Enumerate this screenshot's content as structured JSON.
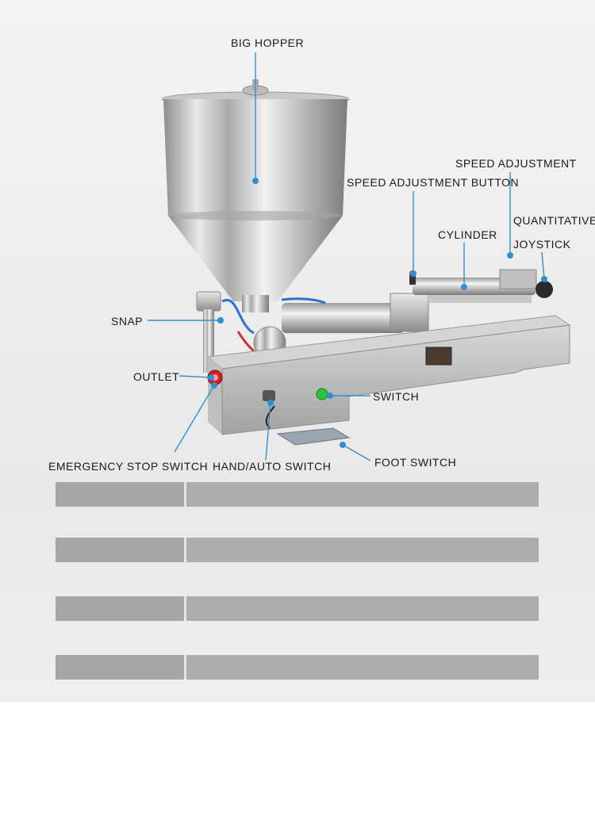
{
  "callouts": {
    "big_hopper": "BIG HOPPER",
    "speed_adjustment": "SPEED ADJUSTMENT",
    "speed_adjustment_button": "SPEED ADJUSTMENT BUTTON",
    "quantitative": "QUANTITATIVE",
    "cylinder": "CYLINDER",
    "joystick": "JOYSTICK",
    "snap": "SNAP",
    "outlet": "OUTLET",
    "switch": "SWITCH",
    "emergency_stop_switch": "EMERGENCY STOP SWITCH",
    "hand_auto_switch": "HAND/AUTO SWITCH",
    "foot_switch": "FOOT SWITCH"
  },
  "colors": {
    "leader_line": "#2f8fd0",
    "dot": "#2f8fd0",
    "emergency_stop": "#d22020",
    "power_light": "#2bc43a"
  },
  "spec_table": {
    "rows": [
      {
        "label": "",
        "value": ""
      },
      {
        "label": "",
        "value": ""
      },
      {
        "label": "",
        "value": ""
      },
      {
        "label": "",
        "value": ""
      }
    ]
  }
}
